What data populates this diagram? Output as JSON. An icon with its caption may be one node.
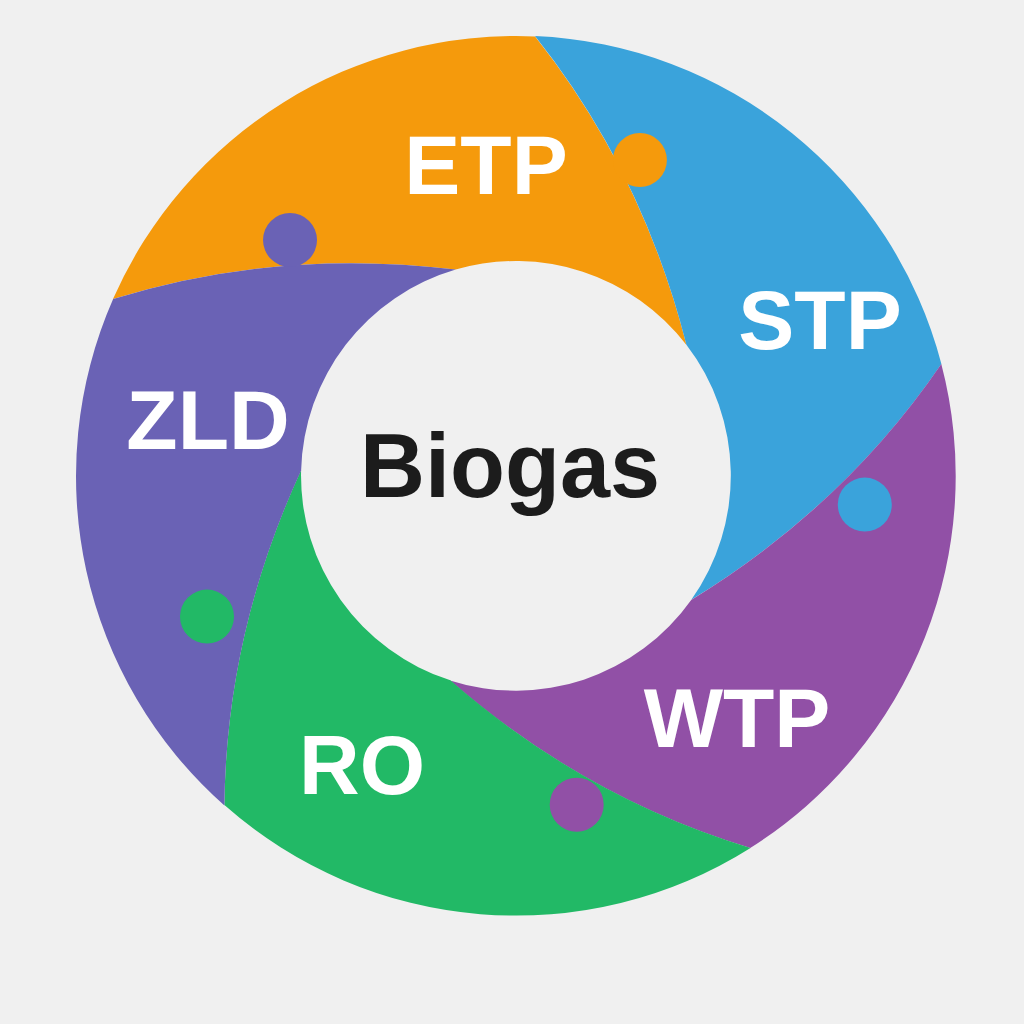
{
  "diagram": {
    "nodes": [
      {
        "text": [
          "ETP"
        ]
      },
      {
        "text": [
          "STP"
        ]
      },
      {
        "text": [
          "WTP"
        ]
      },
      {
        "text": [
          "RO"
        ]
      },
      {
        "text": [
          "ZLD"
        ]
      },
      {
        "text": [
          "Biogas"
        ]
      }
    ],
    "edges": []
  }
}
